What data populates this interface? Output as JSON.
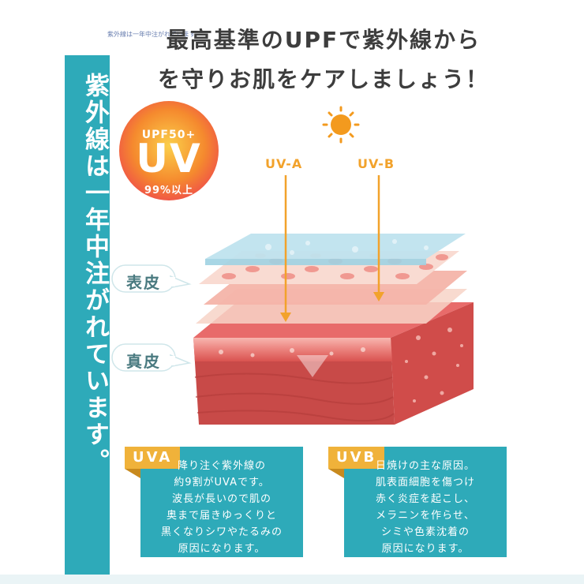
{
  "small_caption": "紫外線は一年中注がれています",
  "headline": [
    "最高基準のUPFで紫外線から",
    "を守りお肌をケアしましょう！"
  ],
  "side_text": "紫外線は一年中注がれています。",
  "badge": {
    "top": "UPF50+",
    "main": "UV",
    "bottom": "99%以上"
  },
  "uv_labels": {
    "a": "UV-A",
    "b": "UV-B"
  },
  "layer_labels": {
    "epidermis": "表皮",
    "dermis": "真皮"
  },
  "cards": [
    {
      "tab": "UVA",
      "lines": [
        "降り注ぐ紫外線の",
        "約9割がUVAです。",
        "波長が長いので肌の",
        "奥まで届きゆっくりと",
        "黒くなりシワやたるみの",
        "原因になります。"
      ]
    },
    {
      "tab": "UVB",
      "lines": [
        "日焼けの主な原因。",
        "肌表面細胞を傷つけ",
        "赤く炎症を起こし、",
        "メラニンを作らせ、",
        "シミや色素沈着の",
        "原因になります。"
      ]
    }
  ],
  "colors": {
    "teal": "#2eaab9",
    "orange": "#f2a22b",
    "tab": "#f0b23a",
    "sun": "#f39a1e"
  },
  "icons": {
    "sun": "sun-icon"
  }
}
